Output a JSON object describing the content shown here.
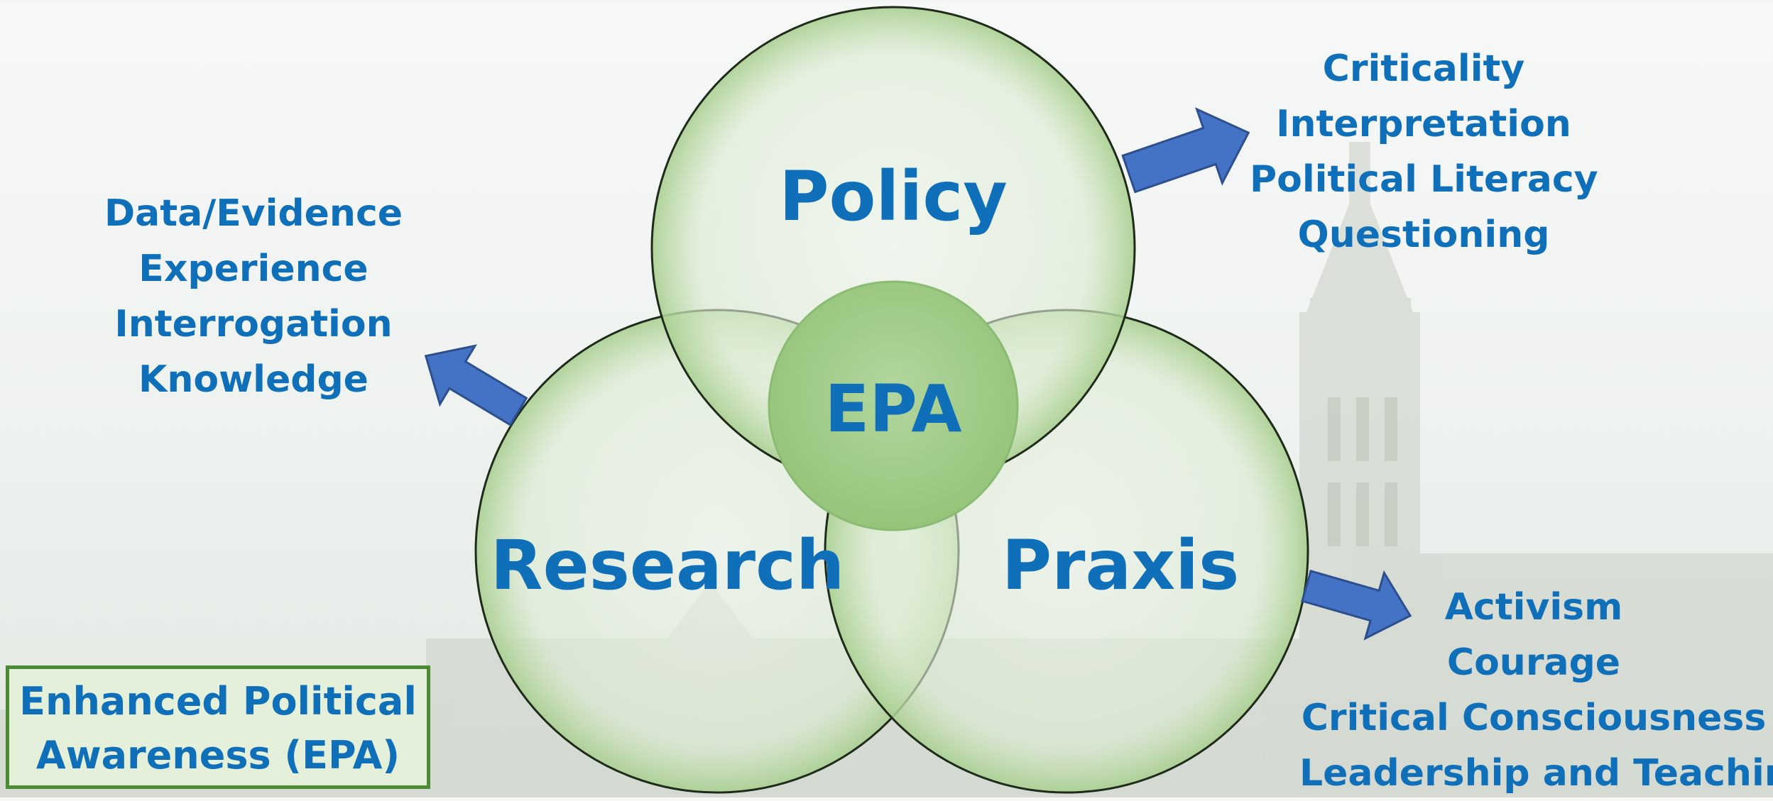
{
  "circles": {
    "policy": "Policy",
    "research": "Research",
    "praxis": "Praxis",
    "center": "EPA"
  },
  "policy_outcomes": [
    "Criticality",
    "Interpretation",
    "Political Literacy",
    "Questioning"
  ],
  "research_outcomes": [
    "Data/Evidence",
    "Experience",
    "Interrogation",
    "Knowledge"
  ],
  "praxis_outcomes": [
    "Activism",
    "Courage",
    "Critical Consciousness",
    "Leadership and Teaching"
  ],
  "legend": {
    "line1": "Enhanced Political",
    "line2": "Awareness (EPA)"
  },
  "colors": {
    "text": "#0f6fb8",
    "circle_fill": "#e3efdb",
    "circle_stroke": "#1f2b1a",
    "center_fill": "#9fcb85",
    "arrow": "#4472c4",
    "legend_border": "#4d8a34",
    "legend_fill": "#e4f0da"
  }
}
